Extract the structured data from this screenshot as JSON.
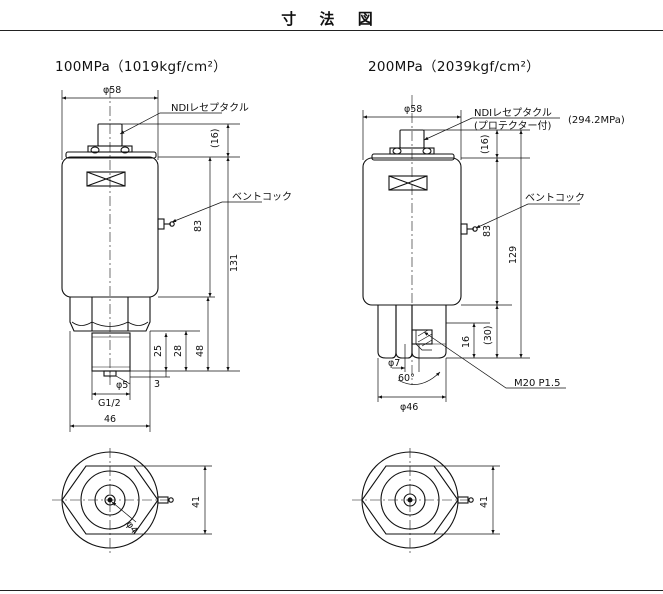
{
  "page_title": "寸 法 図",
  "left": {
    "title": "100MPa（1019kgf/cm²）",
    "labels": {
      "receptacle": "NDIレセプタクル",
      "vent_cock": "ベントコック"
    },
    "dims": {
      "top_dia": "φ58",
      "cap_height": "(16)",
      "body_height": "83",
      "total_height": "131",
      "hex_height": "48",
      "hex_section": "28",
      "thread_length": "25",
      "thread_end": "3",
      "port_dia": "φ5",
      "thread": "G1/2",
      "across_flats": "46",
      "bottom_41": "41",
      "bottom_dia": "φ4"
    }
  },
  "right": {
    "title": "200MPa（2039kgf/cm²）",
    "labels": {
      "receptacle": "NDIレセプタクル",
      "receptacle_note": "(プロテクター付)",
      "receptacle_pressure": "(294.2MPa)",
      "vent_cock": "ベントコック",
      "thread": "M20 P1.5"
    },
    "dims": {
      "top_dia": "φ58",
      "cap_height": "(16)",
      "body_height": "83",
      "total_height": "129",
      "lower_height": "(30)",
      "port_depth": "16",
      "port_dia": "φ7",
      "cone_angle": "60°",
      "base_dia": "φ46",
      "bottom_41": "41"
    }
  }
}
